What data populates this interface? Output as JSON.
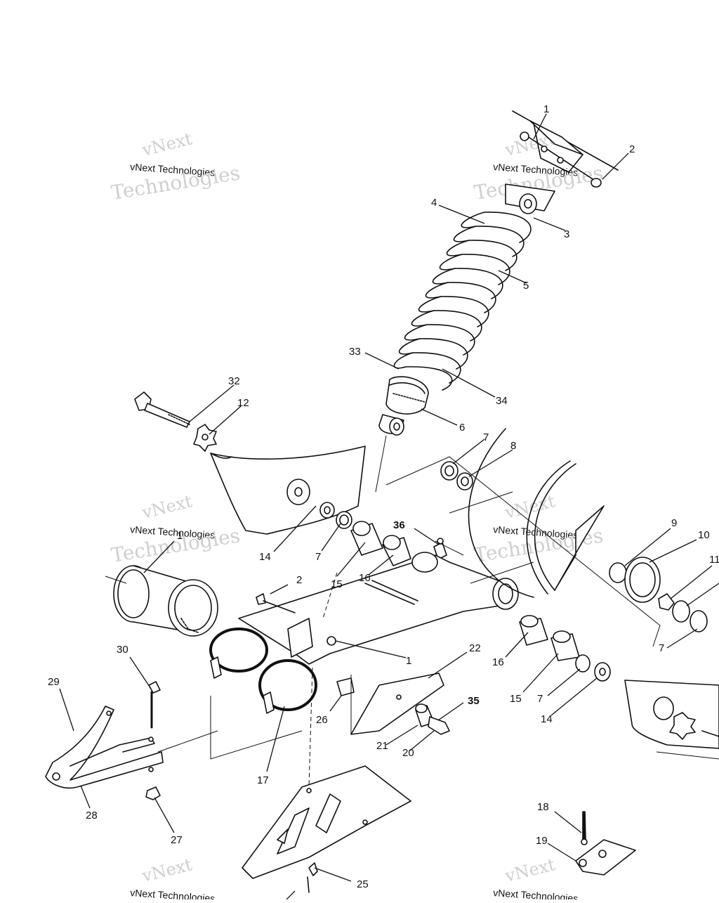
{
  "watermark": {
    "line1": "vNext",
    "line2": "vNext Technologies",
    "line3": "Technologies"
  },
  "callouts": [
    {
      "id": "c1a",
      "text": "1"
    },
    {
      "id": "c2a",
      "text": "2"
    },
    {
      "id": "c3",
      "text": "3"
    },
    {
      "id": "c4",
      "text": "4"
    },
    {
      "id": "c5",
      "text": "5"
    },
    {
      "id": "c33",
      "text": "33"
    },
    {
      "id": "c34",
      "text": "34"
    },
    {
      "id": "c6",
      "text": "6"
    },
    {
      "id": "c32",
      "text": "32"
    },
    {
      "id": "c12",
      "text": "12"
    },
    {
      "id": "c7a",
      "text": "7"
    },
    {
      "id": "c8",
      "text": "8"
    },
    {
      "id": "c36",
      "text": "36"
    },
    {
      "id": "c14a",
      "text": "14"
    },
    {
      "id": "c7b",
      "text": "7"
    },
    {
      "id": "c15a",
      "text": "15"
    },
    {
      "id": "c16a",
      "text": "16"
    },
    {
      "id": "c1b",
      "text": "1"
    },
    {
      "id": "c2b",
      "text": "2"
    },
    {
      "id": "c1c",
      "text": "1"
    },
    {
      "id": "c9",
      "text": "9"
    },
    {
      "id": "c10",
      "text": "10"
    },
    {
      "id": "c11",
      "text": "11"
    },
    {
      "id": "c7c",
      "text": "7"
    },
    {
      "id": "c22",
      "text": "22"
    },
    {
      "id": "c16b",
      "text": "16"
    },
    {
      "id": "c15b",
      "text": "15"
    },
    {
      "id": "c7d",
      "text": "7"
    },
    {
      "id": "c14b",
      "text": "14"
    },
    {
      "id": "c35",
      "text": "35"
    },
    {
      "id": "c30",
      "text": "30"
    },
    {
      "id": "c29",
      "text": "29"
    },
    {
      "id": "c26",
      "text": "26"
    },
    {
      "id": "c21",
      "text": "21"
    },
    {
      "id": "c20",
      "text": "20"
    },
    {
      "id": "c17",
      "text": "17"
    },
    {
      "id": "c28",
      "text": "28"
    },
    {
      "id": "c27",
      "text": "27"
    },
    {
      "id": "c18",
      "text": "18"
    },
    {
      "id": "c19",
      "text": "19"
    },
    {
      "id": "c25",
      "text": "25"
    }
  ]
}
